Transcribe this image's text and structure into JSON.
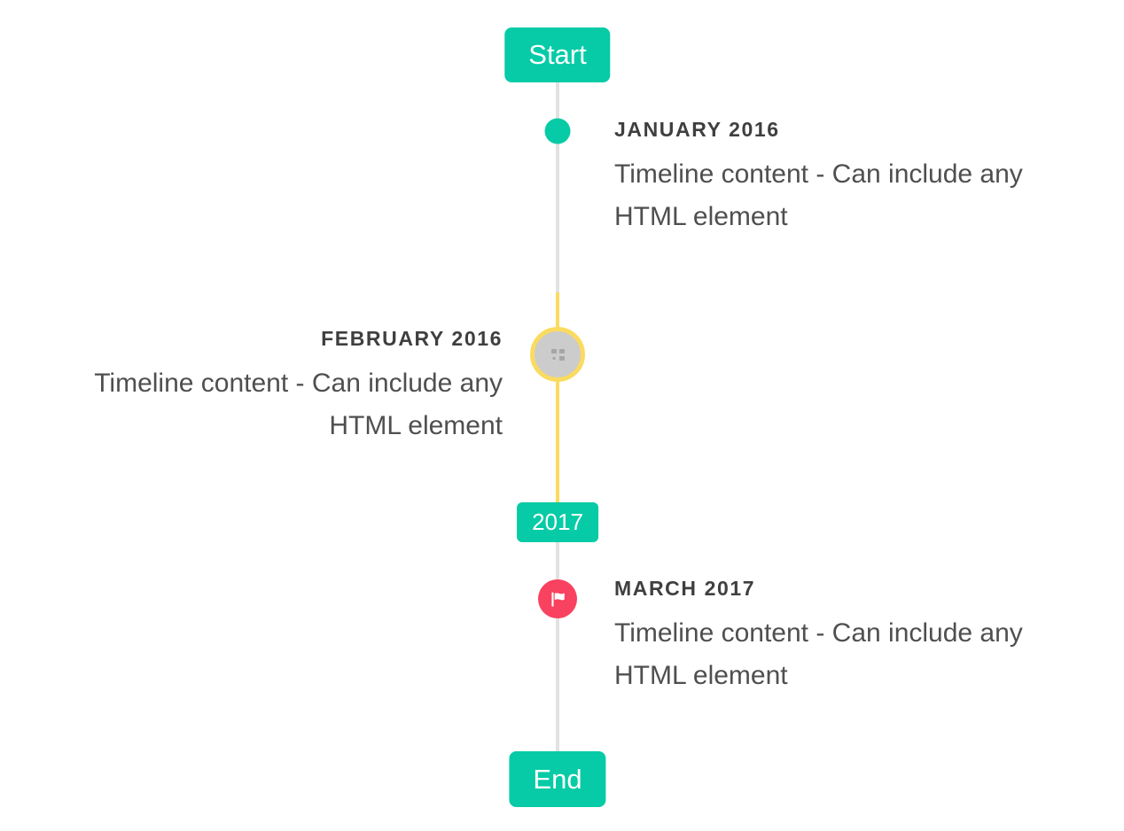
{
  "page": {
    "background": "#ffffff",
    "description_not_rendered": ""
  },
  "colors": {
    "accent-teal": "#06cba6",
    "highlight-yellow": "#fbdb5f",
    "flag-red": "#f8425f",
    "line-gray": "#e2e2e2",
    "marker-gray": "#cccccc",
    "title-color": "#3f3f3f",
    "content-color": "#4f4f4f"
  },
  "timeline": {
    "start_label": "Start",
    "end_label": "End",
    "year_badge": "2017",
    "items": [
      {
        "title": "JANUARY 2016",
        "content": "Timeline content - Can include any HTML element",
        "side": "right",
        "marker": "teal-dot"
      },
      {
        "title": "FEBRUARY 2016",
        "content": "Timeline content - Can include any HTML element",
        "side": "left",
        "marker": "gray-circle-yellow-ring-broken-image"
      },
      {
        "title": "MARCH 2017",
        "content": "Timeline content - Can include any HTML element",
        "side": "right",
        "marker": "red-flag-circle"
      }
    ]
  },
  "icons": {
    "flag": "flag-icon (white waving flag glyph ⚑)",
    "broken_image": "broken-image-icon (tiny gray missing-image artifact)"
  }
}
